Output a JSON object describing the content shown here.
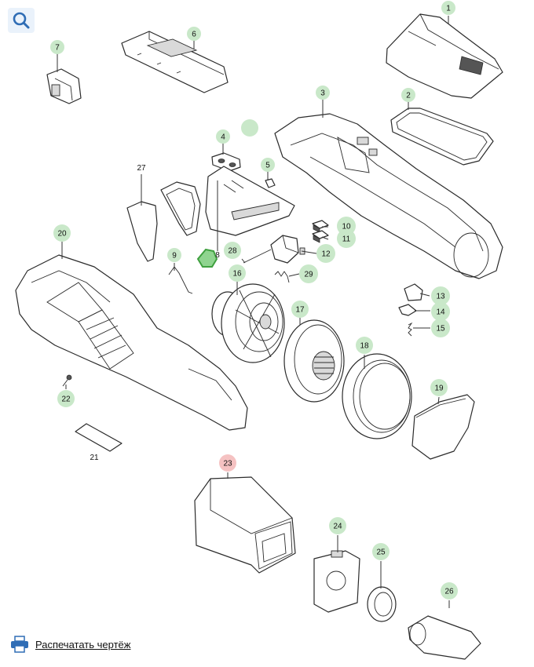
{
  "toolbar": {
    "search_icon": "search-icon",
    "print_icon": "printer-icon",
    "print_label": "Распечатать чертёж"
  },
  "diagram": {
    "callouts": [
      "1",
      "2",
      "3",
      "4",
      "5",
      "6",
      "7",
      "8",
      "9",
      "10",
      "11",
      "12",
      "13",
      "14",
      "15",
      "16",
      "17",
      "18",
      "19",
      "20",
      "21",
      "22",
      "23",
      "24",
      "25",
      "26",
      "27",
      "28",
      "29"
    ],
    "highlighted": "23",
    "colors": {
      "callout_fill": "#c9e8c9",
      "highlight_fill": "#f5c2c2",
      "selected_marker": "#8fd48f",
      "link_blue": "#2f6db5"
    }
  }
}
